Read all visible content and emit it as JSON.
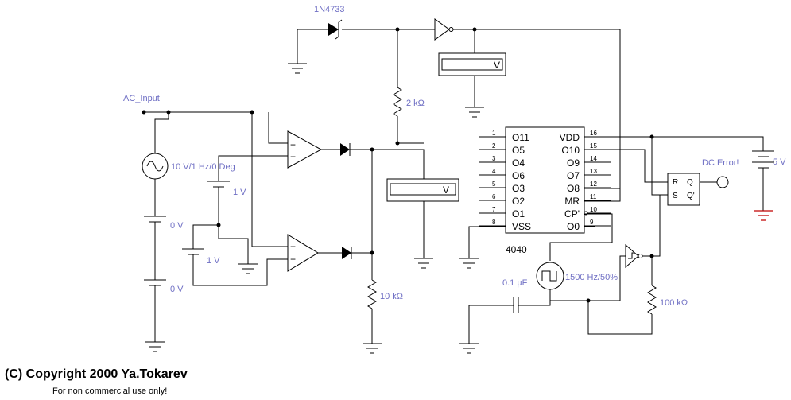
{
  "labels": {
    "diode_top": "1N4733",
    "ac_input": "AC_Input",
    "res_2k": "2 kΩ",
    "ac_source": "10 V/1 Hz/0 Deg",
    "bat_1v_top": "1 V",
    "bat_0v_top": "0 V",
    "bat_1v_mid": "1 V",
    "bat_0v_bot": "0 V",
    "res_10k": "10 kΩ",
    "cap": "0.1 µF",
    "clock": "1500 Hz/50%",
    "res_100k": "100 kΩ",
    "dc_error": "DC Error!",
    "bat_5v": "5 V",
    "chip_name": "4040",
    "voltmeter_unit": "V"
  },
  "chip": {
    "left_pins": [
      {
        "num": "1",
        "name": "O11"
      },
      {
        "num": "2",
        "name": "O5"
      },
      {
        "num": "3",
        "name": "O4"
      },
      {
        "num": "4",
        "name": "O6"
      },
      {
        "num": "5",
        "name": "O3"
      },
      {
        "num": "6",
        "name": "O2"
      },
      {
        "num": "7",
        "name": "O1"
      },
      {
        "num": "8",
        "name": "VSS"
      }
    ],
    "right_pins": [
      {
        "num": "16",
        "name": "VDD"
      },
      {
        "num": "15",
        "name": "O10"
      },
      {
        "num": "14",
        "name": "O9"
      },
      {
        "num": "13",
        "name": "O7"
      },
      {
        "num": "12",
        "name": "O8"
      },
      {
        "num": "11",
        "name": "MR"
      },
      {
        "num": "10",
        "name": "CP'"
      },
      {
        "num": "9",
        "name": "O0"
      }
    ]
  },
  "flipflop": {
    "r": "R",
    "s": "S",
    "q": "Q",
    "qn": "Q'"
  },
  "opamp": {
    "plus": "+",
    "minus": "−"
  },
  "footer": {
    "copyright": "(C) Copyright 2000   Ya.Tokarev",
    "note": "For non commercial use only!"
  }
}
